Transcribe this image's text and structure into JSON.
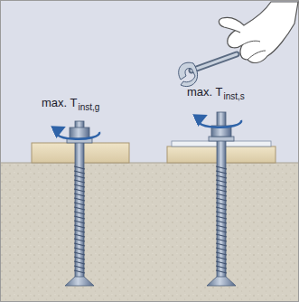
{
  "diagram": {
    "labels": [
      "max. T",
      "inst,g",
      "max. T",
      "inst,s"
    ]
  }
}
